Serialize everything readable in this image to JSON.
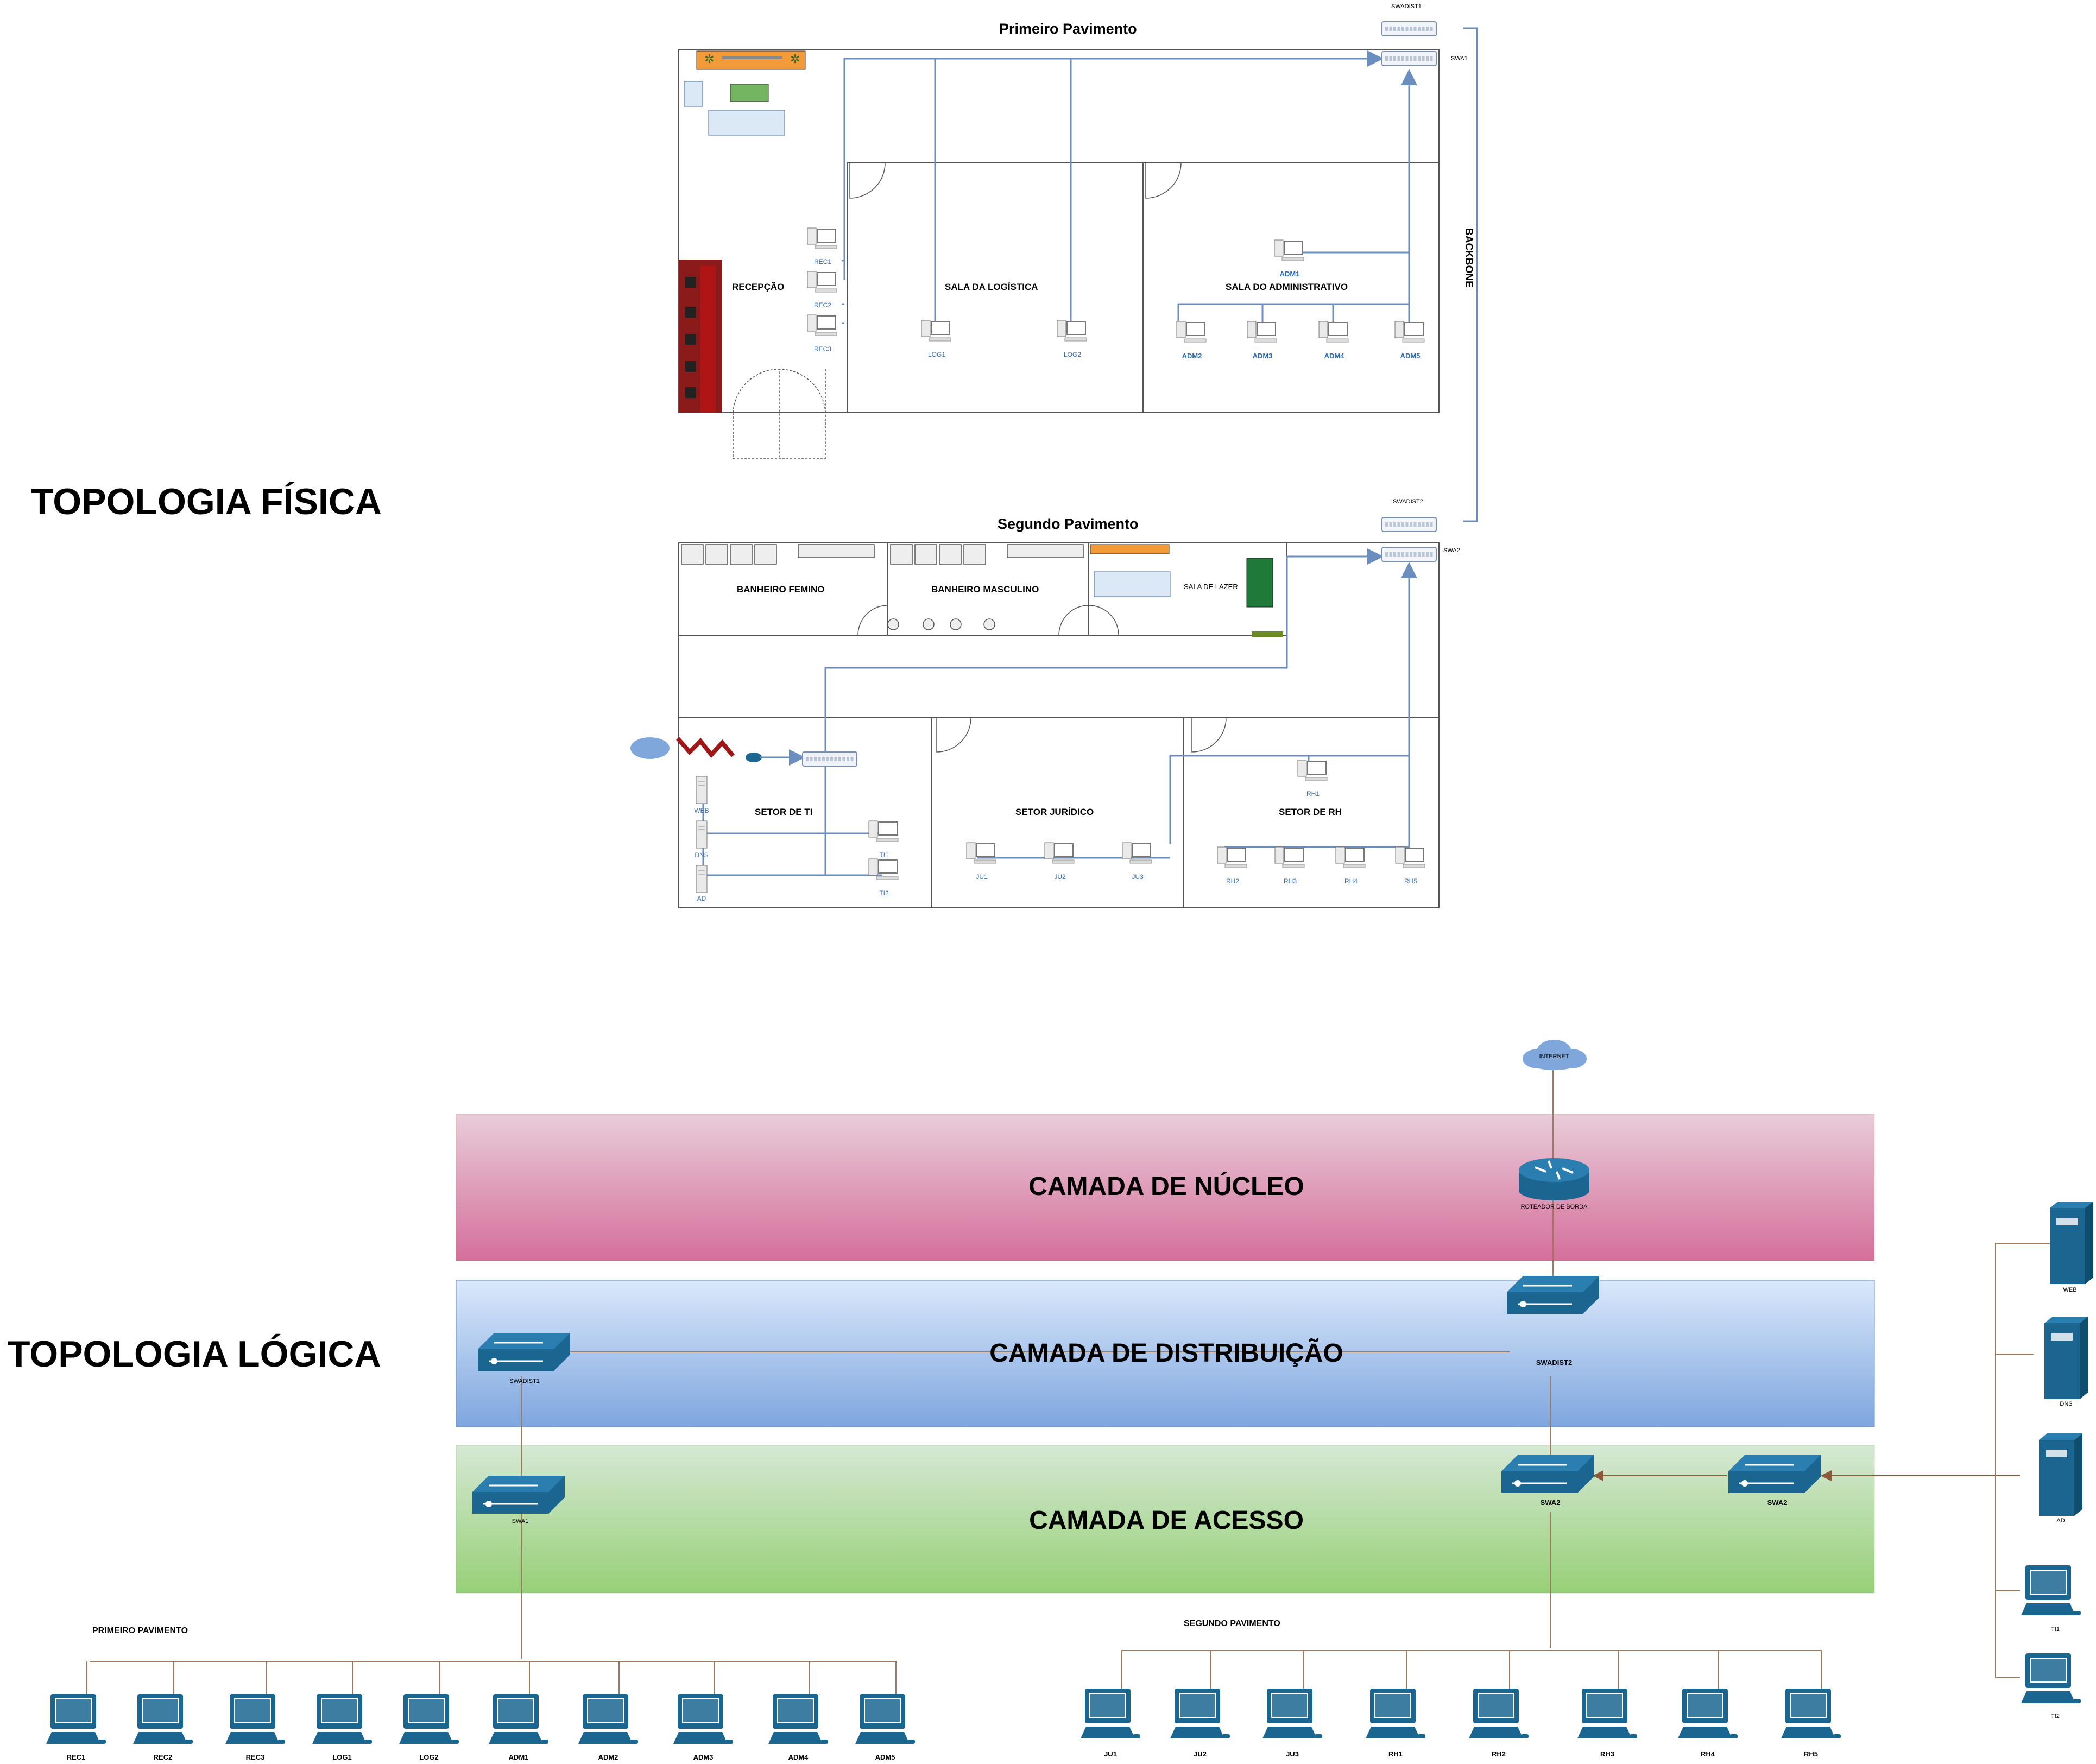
{
  "titles": {
    "physical": "TOPOLOGIA FÍSICA",
    "logical": "TOPOLOGIA LÓGICA"
  },
  "physical": {
    "floor1": {
      "title": "Primeiro Pavimento",
      "rooms": {
        "reception": "RECEPÇÃO",
        "logistics": "SALA DA LOGÍSTICA",
        "admin": "SALA DO ADMINISTRATIVO"
      },
      "devices": {
        "rec": [
          "REC1",
          "REC2",
          "REC3"
        ],
        "log": [
          "LOG1",
          "LOG2"
        ],
        "adm1": "ADM1",
        "adm": [
          "ADM2",
          "ADM3",
          "ADM4",
          "ADM5"
        ]
      },
      "switches": {
        "dist": "SWADIST1",
        "access": "SWA1"
      }
    },
    "backbone": "BACKBONE",
    "floor2": {
      "title": "Segundo Pavimento",
      "rooms": {
        "bath_f": "BANHEIRO FEMINO",
        "bath_m": "BANHEIRO MASCULINO",
        "leisure": "SALA DE LAZER",
        "ti": "SETOR DE TI",
        "legal": "SETOR JURÍDICO",
        "hr": "SETOR DE RH"
      },
      "devices": {
        "servers": [
          "WEB",
          "DNS",
          "AD"
        ],
        "ti": [
          "TI1",
          "TI2"
        ],
        "ju": [
          "JU1",
          "JU2",
          "JU3"
        ],
        "rh1": "RH1",
        "rh": [
          "RH2",
          "RH3",
          "RH4",
          "RH5"
        ]
      },
      "switches": {
        "dist": "SWADIST2",
        "access": "SWA2"
      }
    }
  },
  "logical": {
    "internet": "INTERNET",
    "router": "ROTEADOR DE BORDA",
    "layers": {
      "core": {
        "label": "CAMADA DE NÚCLEO",
        "color_top": "#e8ccd9",
        "color_bottom": "#d56f9a"
      },
      "distribution": {
        "label": "CAMADA DE DISTRIBUIÇÃO",
        "color_top": "#dae8fb",
        "color_bottom": "#7ea6df"
      },
      "access": {
        "label": "CAMADA DE ACESSO",
        "color_top": "#d5e8d4",
        "color_bottom": "#97d077"
      }
    },
    "switches": {
      "swadist1": "SWADIST1",
      "swadist2": "SWADIST2",
      "swa1": "SWA1",
      "swa2_a": "SWA2",
      "swa2_b": "SWA2"
    },
    "floor1": {
      "label": "PRIMEIRO PAVIMENTO",
      "pcs": [
        "REC1",
        "REC2",
        "REC3",
        "LOG1",
        "LOG2",
        "ADM1",
        "ADM2",
        "ADM3",
        "ADM4",
        "ADM5"
      ]
    },
    "floor2": {
      "label": "SEGUNDO PAVIMENTO",
      "pcs": [
        "JU1",
        "JU2",
        "JU3",
        "RH1",
        "RH2",
        "RH3",
        "RH4",
        "RH5"
      ]
    },
    "side": {
      "servers": [
        "WEB",
        "DNS",
        "AD"
      ],
      "pcs": [
        "TI1",
        "TI2"
      ]
    },
    "colors": {
      "device": "#1a6690",
      "link": "#a0785a",
      "wire": "#6c8ebf"
    }
  }
}
